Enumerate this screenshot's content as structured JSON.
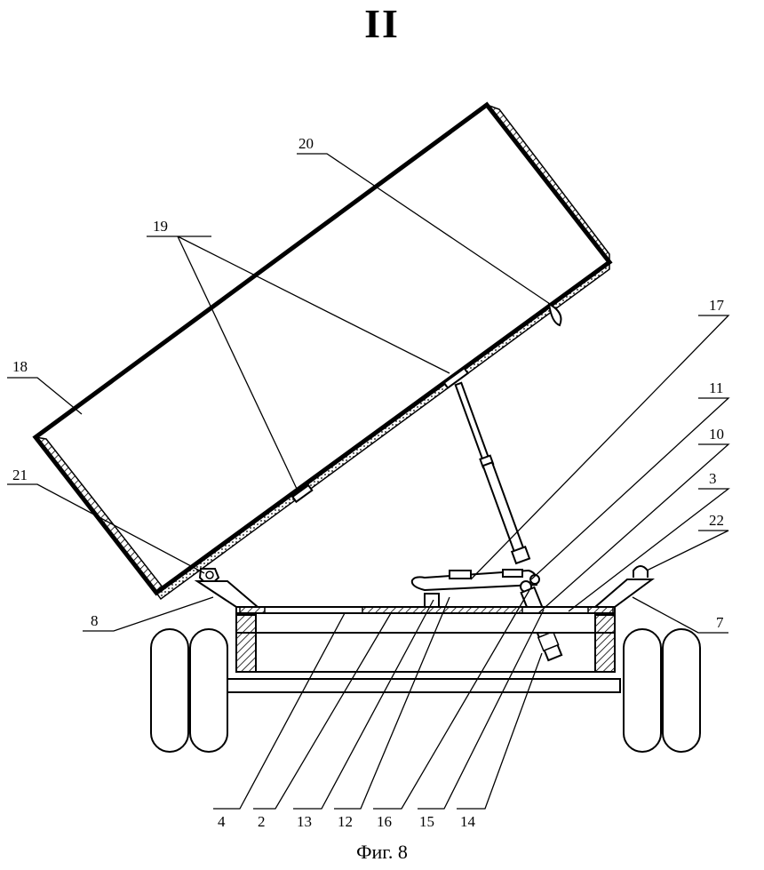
{
  "figure": {
    "section_mark": "II",
    "caption": "Фиг. 8",
    "labels": {
      "l2": "2",
      "l3": "3",
      "l4": "4",
      "l7": "7",
      "l8": "8",
      "l10": "10",
      "l11": "11",
      "l12": "12",
      "l13": "13",
      "l14": "14",
      "l15": "15",
      "l16": "16",
      "l17": "17",
      "l18": "18",
      "l19": "19",
      "l20": "20",
      "l21": "21",
      "l22": "22"
    }
  }
}
